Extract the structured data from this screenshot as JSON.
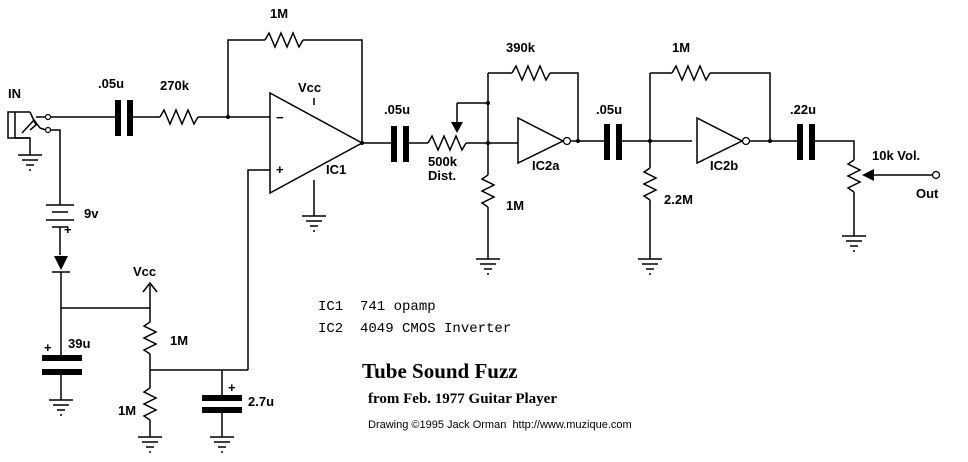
{
  "labels": {
    "input": "IN",
    "battery": "9v",
    "battery_plus": "+",
    "vcc_opamp": "Vcc",
    "vcc_bias": "Vcc",
    "cap_39u_plus": "+",
    "cap_27u_plus": "+",
    "opamp_minus": "−",
    "opamp_plus": "+",
    "output": "Out",
    "ic1": "IC1",
    "ic2a": "IC2a",
    "ic2b": "IC2b"
  },
  "components": {
    "c_in": ".05u",
    "r_in": "270k",
    "r_fb1": "1M",
    "c_2": ".05u",
    "pot_dist_value": "500k",
    "pot_dist_name": "Dist.",
    "r_fb2": "390k",
    "r_bias2": "1M",
    "c_3": ".05u",
    "r_fb3": "1M",
    "r_bias3": "2.2M",
    "c_out": ".22u",
    "pot_vol": "10k Vol.",
    "c_39u": "39u",
    "r_div_top": "1M",
    "r_div_bot": "1M",
    "c_27u": "2.7u"
  },
  "notes": {
    "ic1_desc": "IC1  741 opamp",
    "ic2_desc": "IC2  4049 CMOS Inverter"
  },
  "title": "Tube Sound Fuzz",
  "subtitle": "from Feb. 1977 Guitar Player",
  "credit": "Drawing ©1995 Jack Orman  http://www.muzique.com"
}
